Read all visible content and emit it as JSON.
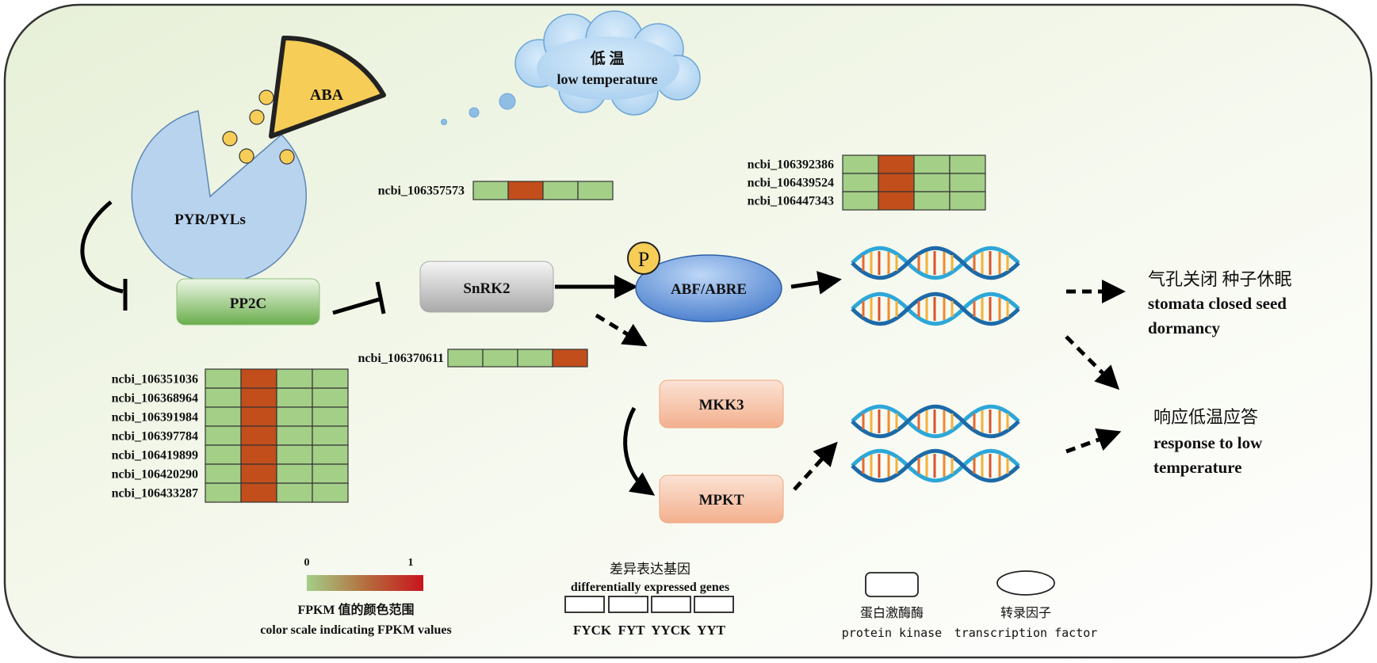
{
  "nodes": {
    "aba": "ABA",
    "pyr": "PYR/PYLs",
    "pp2c": "PP2C",
    "snrk2": "SnRK2",
    "abf": "ABF/ABRE",
    "p": "P",
    "mkk3": "MKK3",
    "mpkt": "MPKT",
    "cloud_zh": "低 温",
    "cloud_en": "low temperature"
  },
  "outcomes": {
    "o1_zh": "气孔关闭 种子休眠",
    "o1_en1": "stomata closed seed",
    "o1_en2": "dormancy",
    "o2_zh": "响应低温应答",
    "o2_en1": "response to low",
    "o2_en2": "temperature"
  },
  "heatmaps": {
    "snrk2": {
      "genes": [
        "ncbi_106357573"
      ],
      "values": [
        [
          0,
          1,
          0,
          0
        ]
      ]
    },
    "abf": {
      "genes": [
        "ncbi_106392386",
        "ncbi_106439524",
        "ncbi_106447343"
      ],
      "values": [
        [
          0,
          1,
          0,
          0
        ],
        [
          0,
          1,
          0,
          0
        ],
        [
          0,
          1,
          0,
          0
        ]
      ]
    },
    "pp2c_link": {
      "genes": [
        "ncbi_106370611"
      ],
      "values": [
        [
          0,
          0,
          0,
          1
        ]
      ]
    },
    "pyr": {
      "genes": [
        "ncbi_106351036",
        "ncbi_106368964",
        "ncbi_106391984",
        "ncbi_106397784",
        "ncbi_106419899",
        "ncbi_106420290",
        "ncbi_106433287"
      ],
      "values": [
        [
          0,
          1,
          0,
          0
        ],
        [
          0,
          1,
          0,
          0
        ],
        [
          0,
          1,
          0,
          0
        ],
        [
          0,
          1,
          0,
          0
        ],
        [
          0,
          1,
          0,
          0
        ],
        [
          0,
          1,
          0,
          0
        ],
        [
          0,
          1,
          0,
          0
        ]
      ]
    }
  },
  "legend": {
    "scale_min": "0",
    "scale_max": "1",
    "scale_zh": "FPKM 值的颜色范围",
    "scale_en": "color scale indicating FPKM values",
    "deg_zh": "差异表达基因",
    "deg_en": "differentially expressed genes",
    "deg_cols": "FYCK  FYT  YYCK  YYT",
    "kinase_zh": "蛋白激酶酶",
    "kinase_en": "protein kinase",
    "tf_zh": "转录因子",
    "tf_en": "transcription factor"
  },
  "colors": {
    "low": "#a3cf87",
    "high": "#c24e1c",
    "scale_high": "#c8141c",
    "receptor": "#b8d3ee",
    "aba": "#f6cd57",
    "pp2c": "#7ab55c",
    "snrk2": "#b9b9b9",
    "abf": "#5d8fd6",
    "kinase": "#f6c2a6"
  }
}
